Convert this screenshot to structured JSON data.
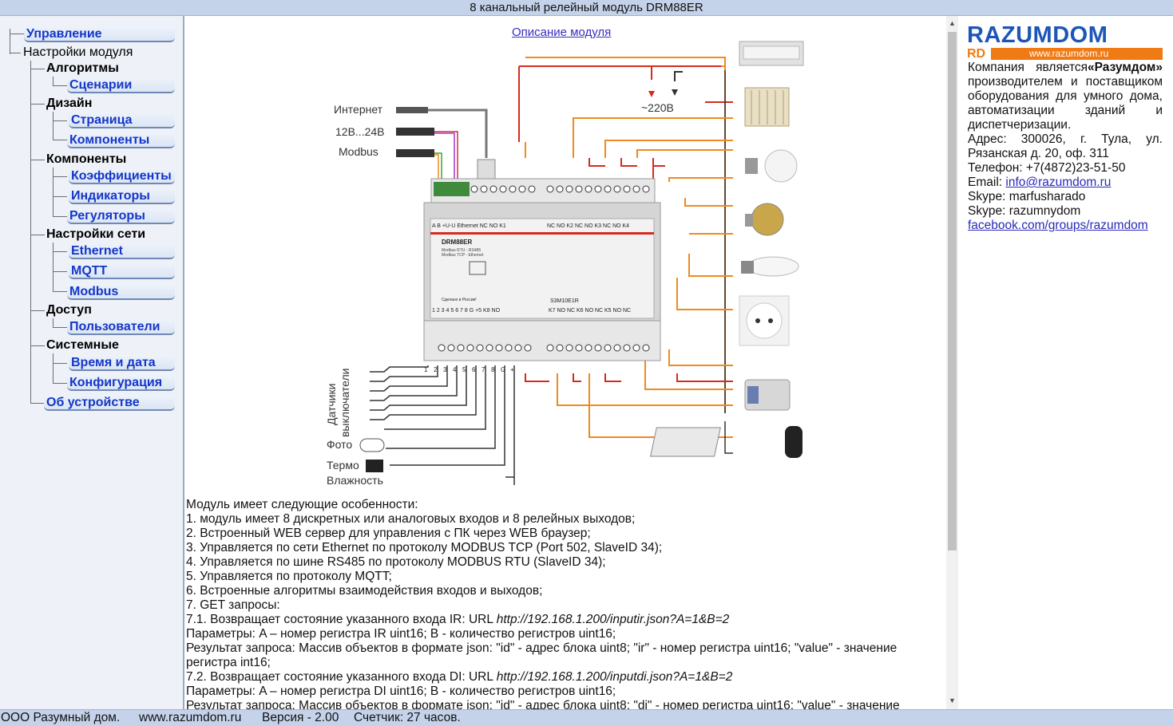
{
  "title": "8 канальный релейный модуль DRM88ER",
  "sidebar": {
    "upravlenie": "Управление",
    "nastroiki": "Настройки модуля",
    "algoritmy": "Алгоритмы",
    "scenarii": "Сценарии",
    "dizain": "Дизайн",
    "stranica": "Страница",
    "komponenty_sub": "Компоненты",
    "komponenty": "Компоненты",
    "koef": "Коэффициенты",
    "indikatory": "Индикаторы",
    "regulyatory": "Регуляторы",
    "seti": "Настройки сети",
    "ethernet": "Ethernet",
    "mqtt": "MQTT",
    "modbus": "Modbus",
    "dostup": "Доступ",
    "polzovateli": "Пользователи",
    "sistemnye": "Системные",
    "vremya": "Время и дата",
    "konfig": "Конфигурация",
    "ob_ustroistve": "Об устройстве"
  },
  "main": {
    "desc_link": "Описание модуля",
    "diagram": {
      "internet": "Интернет",
      "power": "12В...24В",
      "modbus": "Modbus",
      "mains": "~220В",
      "sensors_1": "Датчики",
      "sensors_2": "выключатели",
      "photo": "Фото",
      "thermo": "Термо",
      "humidity": "Влажность",
      "module_name": "DRM88ER",
      "module_sub1": "Modbus RTU - RS485",
      "module_sub2": "Modbus TCP - Ethernet",
      "made": "Сделано в России!",
      "serial": "S3M10E1R",
      "top_left_labels": "A  B  +U-U  Ethernet  NC  NO  K1",
      "top_right_labels": "NC  NO  K2  NC  NO  K3  NC  NO  K4",
      "bottom_left_labels": "1  2  3  4  5  6  7  8  G  +5  K8  NO",
      "bottom_right_labels": "K7  NO  NC  K6  NO  NC  K5  NO  NC",
      "input_numbers": [
        "1",
        "2",
        "3",
        "4",
        "5",
        "6",
        "7",
        "8",
        "G",
        "+"
      ]
    },
    "features": {
      "intro": "Модуль имеет следующие особенности:",
      "f1": "1. модуль имеет 8 дискретных или аналоговых входов и 8 релейных выходов;",
      "f2": "2. Встроенный WEB сервер для управления с ПК через WEB браузер;",
      "f3": "3. Управляется по сети Ethernet по протоколу MODBUS TCP (Port 502, SlaveID 34);",
      "f4": "4. Управляется по шине RS485 по протоколу MODBUS RTU (SlaveID 34);",
      "f5": "5. Управляется по протоколу MQTT;",
      "f6": "6. Встроенные алгоритмы взаимодействия входов и выходов;",
      "f7": "7. GET запросы:",
      "f71_a": "7.1. Возвращает состояние указанного входа IR: URL ",
      "f71_url": "http://192.168.1.200/inputir.json?A=1&B=2",
      "f71_params": "Параметры: A – номер регистра IR uint16; B - количество регистров uint16;",
      "f71_result": "Результат запроса: Массив объектов в формате json: \"id\" - адрес блока uint8; \"ir\" - номер регистра uint16; \"value\" - значение регистра int16;",
      "f72_a": "7.2. Возвращает состояние указанного входа DI: URL ",
      "f72_url": "http://192.168.1.200/inputdi.json?A=1&B=2",
      "f72_params": "Параметры: A – номер регистра DI uint16; B - количество регистров uint16;",
      "f72_result": "Результат запроса: Массив объектов в формате json: \"id\" - адрес блока uint8; \"di\" - номер регистра uint16; \"value\" - значение"
    }
  },
  "right": {
    "logo_main": "RAZUMDOM",
    "logo_rd": "RD",
    "logo_url": "www.razumdom.ru",
    "company_a": "Компания ",
    "company_name": "«Разумдом»",
    "company_b": " является производителем и поставщиком оборудования для умного дома, автоматизации зданий и диспетчеризации.",
    "address": "Адрес: 300026, г. Тула, ул. Рязанская д. 20, оф. 311",
    "phone": "Телефон: +7(4872)23-51-50",
    "email_label": "Email: ",
    "email": "info@razumdom.ru",
    "skype1": "Skype: marfusharado",
    "skype2": "Skype: razumnydom",
    "facebook": "facebook.com/groups/razumdom"
  },
  "status": {
    "org": "ООО Разумный дом.",
    "site": "www.razumdom.ru",
    "version": "Версия - 2.00",
    "counter": "Счетчик: 27 часов."
  },
  "colors": {
    "accent": "#1436c8",
    "bar": "#c5d3ea",
    "wire_red": "#d52b1e",
    "wire_orange": "#f08a1c",
    "logo_blue": "#1e56b8",
    "logo_orange": "#f07a13"
  }
}
